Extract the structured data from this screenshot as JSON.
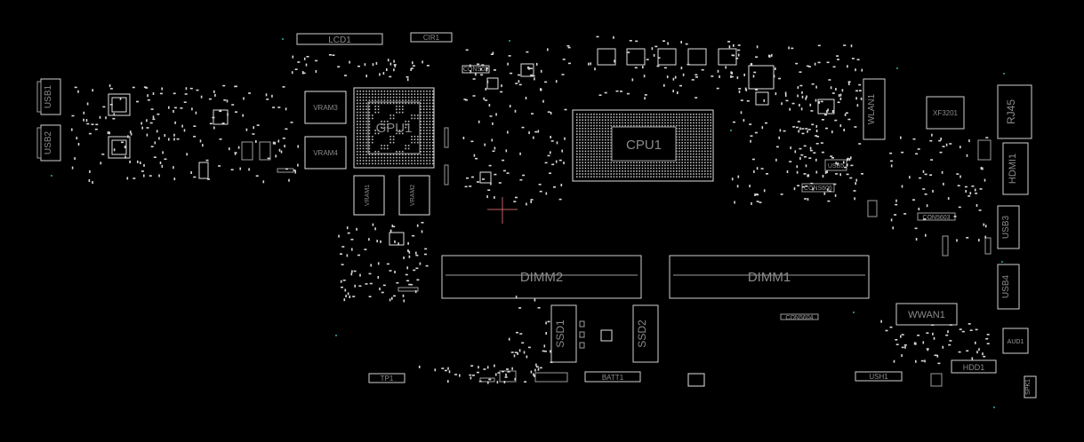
{
  "labels": {
    "lcd1": "LCD1",
    "cir1": "CIR1",
    "cons_top": "CONS02",
    "usb1": "USB1",
    "usb2": "USB2",
    "vram3": "VRAM3",
    "vram4": "VRAM4",
    "vram1": "VRAM1",
    "vram2": "VRAM2",
    "gpu1": "GPU1",
    "cpu1": "CPU1",
    "wlan1": "WLAN1",
    "xf3201": "XF3201",
    "rj45": "RJ45",
    "hdmi1": "HDMI1",
    "usb3": "USB3",
    "usb4": "USB4",
    "usb5": "USB5",
    "cons606": "CONS606",
    "con5603": "CON5603",
    "dimm2": "DIMM2",
    "dimm1": "DIMM1",
    "ssd1": "SSD1",
    "ssd2": "SSD2",
    "wwan1": "WWAN1",
    "aud1": "AUD1",
    "hdd1": "HDD1",
    "ush1": "USH1",
    "tp1": "TP1",
    "batt1": "BATT1",
    "spk1": "SPK1",
    "con5604": "CON5604"
  },
  "colors": {
    "background": "#000000",
    "component_outline": "#cfcfcf",
    "label_text": "#8a8a8a",
    "via_dot": "#33aaaa",
    "cursor_crosshair": "#c06060"
  }
}
